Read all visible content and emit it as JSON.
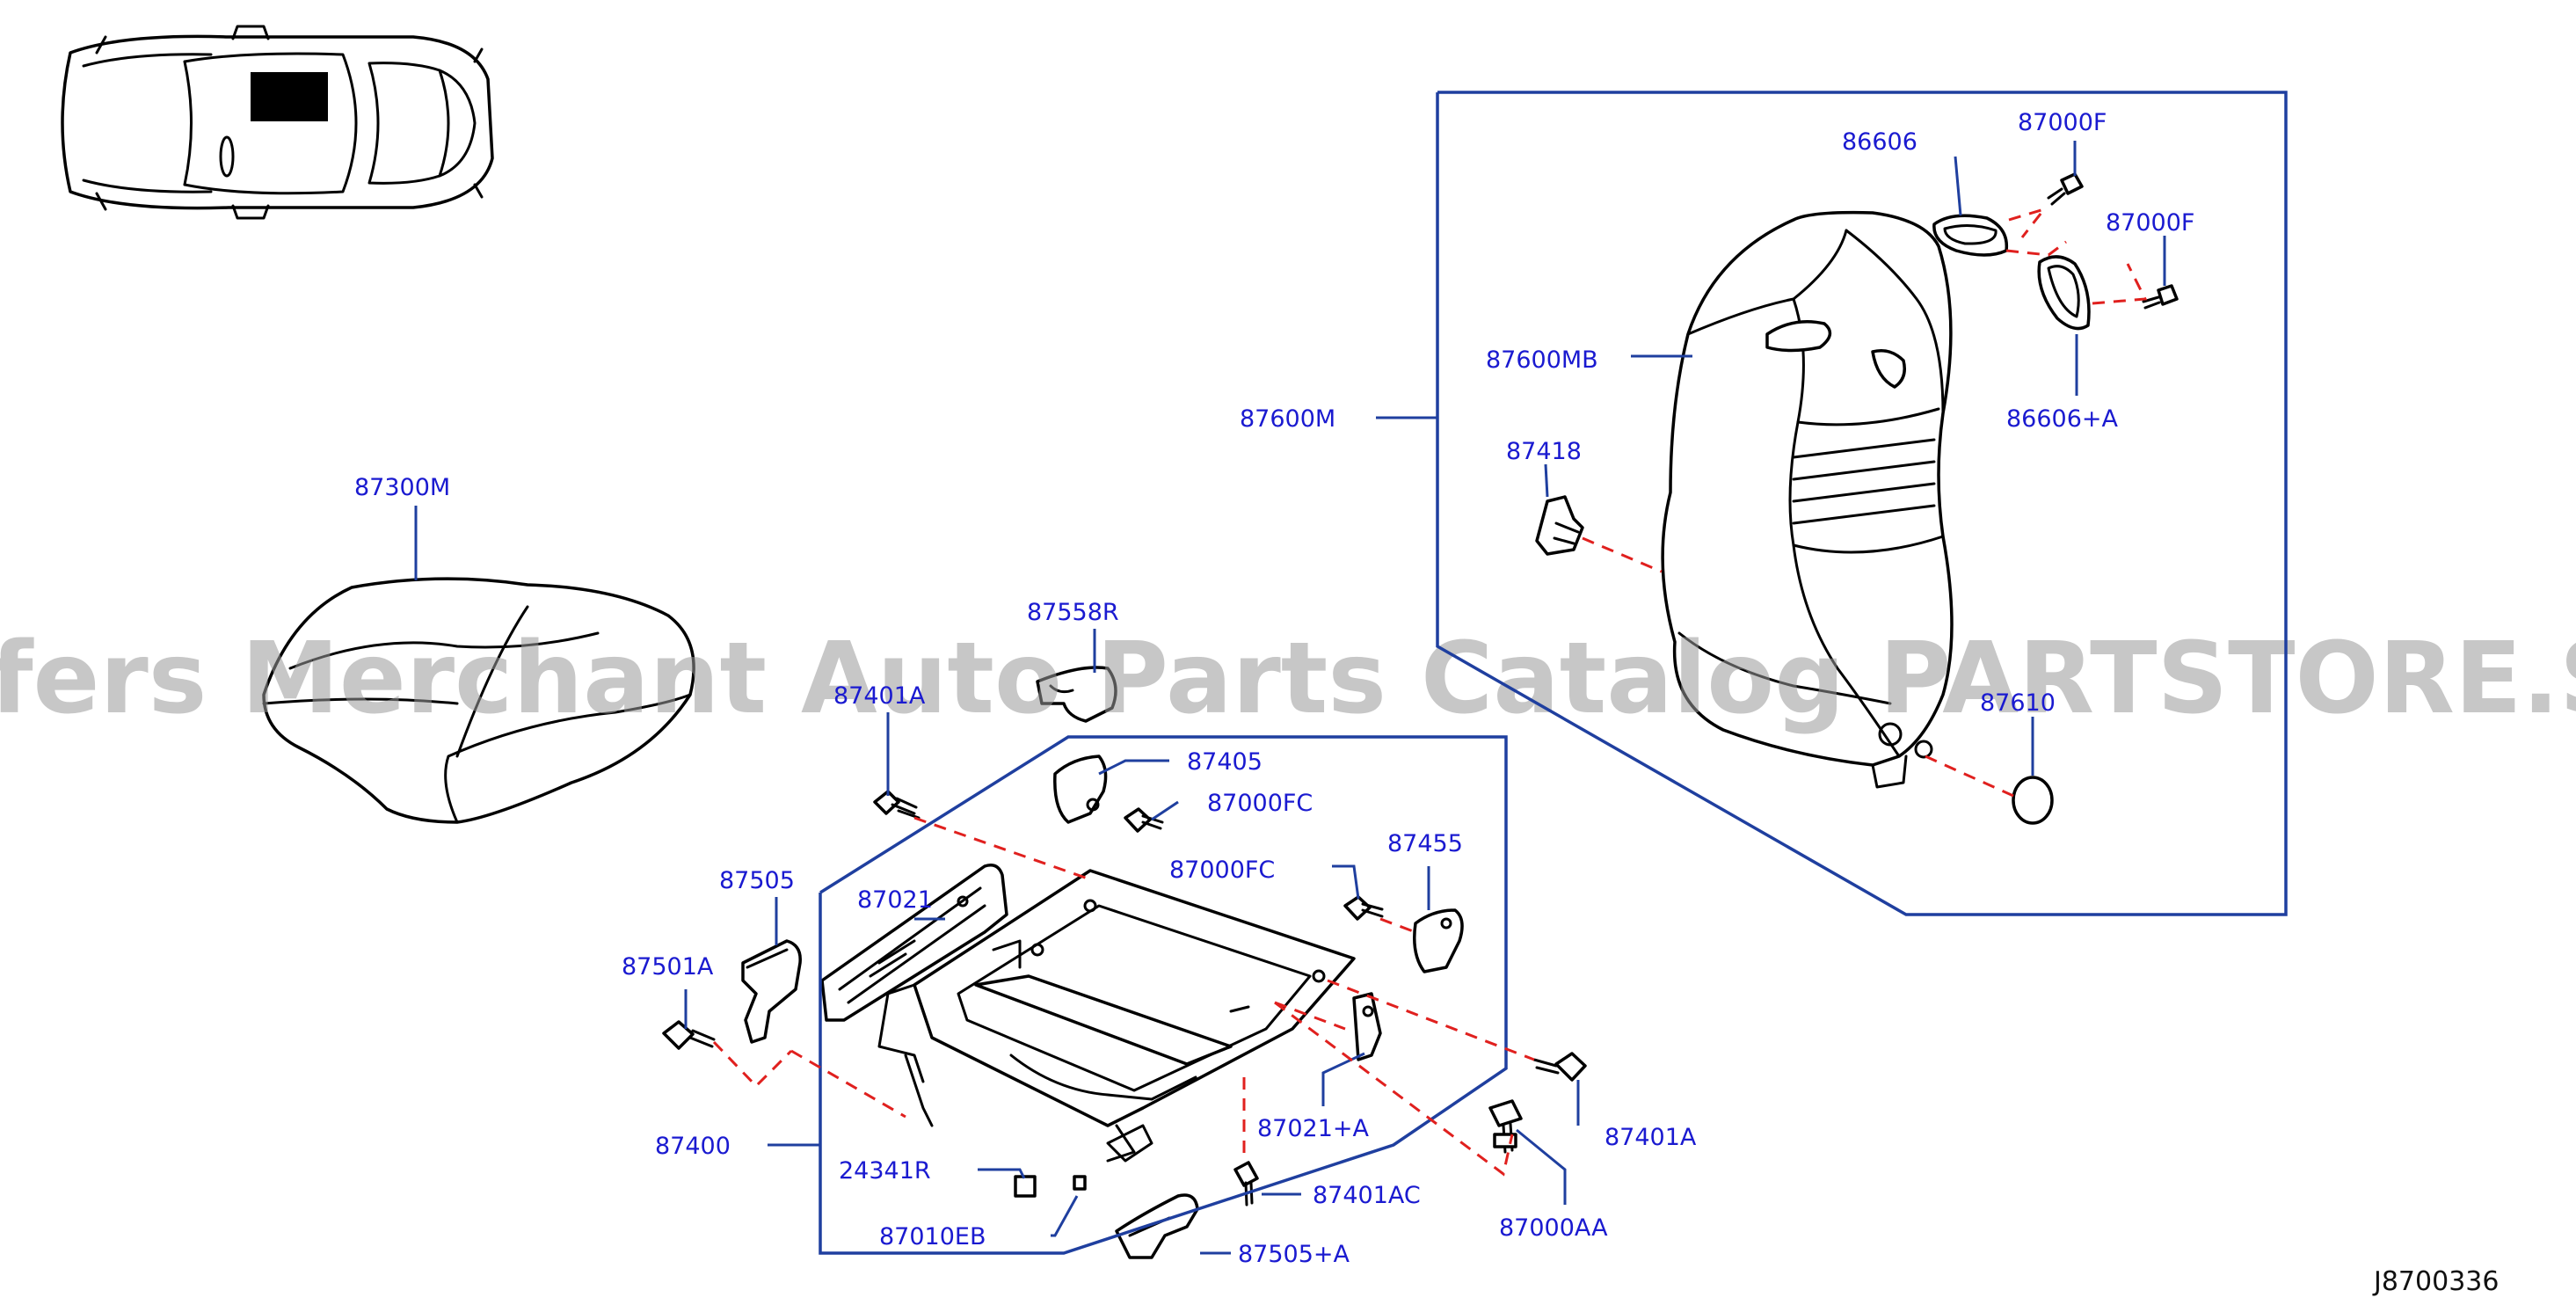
{
  "watermark": "Offers Merchant Auto Parts Catalog PARTSTORE.SA",
  "diagram_code": "J8700336",
  "labels": {
    "p87300M": "87300M",
    "p87558R": "87558R",
    "p87401A_top": "87401A",
    "p87405": "87405",
    "p87000FC_a": "87000FC",
    "p87000FC_b": "87000FC",
    "p87455": "87455",
    "p87505": "87505",
    "p87021": "87021",
    "p87501A": "87501A",
    "p87400": "87400",
    "p87021A": "87021+A",
    "p87401A_right": "87401A",
    "p24341R": "24341R",
    "p87010EB": "87010EB",
    "p87401AC": "87401AC",
    "p87505A": "87505+A",
    "p87000AA": "87000AA",
    "p86606": "86606",
    "p87000F_a": "87000F",
    "p87000F_b": "87000F",
    "p87600MB": "87600MB",
    "p87600M": "87600M",
    "p86606A": "86606+A",
    "p87418": "87418",
    "p87610": "87610"
  },
  "colors": {
    "label": "#1a1ad0",
    "leader": "#1f3f9f",
    "dashed": "#e0201e",
    "part": "#000000",
    "watermark": "#9a9a9a"
  },
  "icons": {
    "car_locator": "car-top-view-icon"
  }
}
